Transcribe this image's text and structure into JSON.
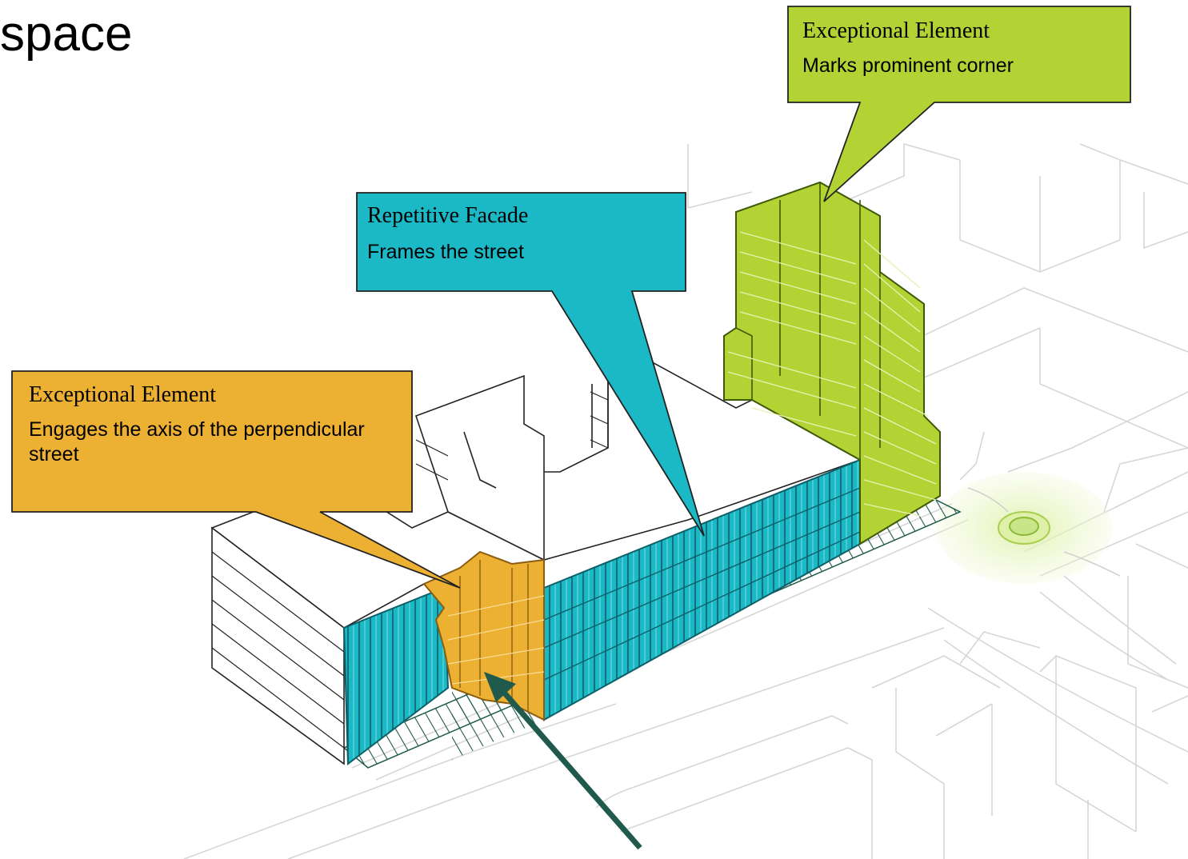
{
  "title": "space",
  "colors": {
    "facade_cyan": "#1bb8c6",
    "orange": "#ecb032",
    "green": "#b3d334",
    "arrow": "#1f5a4c",
    "line": "#d4d4d4"
  },
  "callouts": [
    {
      "heading": "Exceptional Element",
      "body": "Marks prominent corner",
      "color": "#b3d334"
    },
    {
      "heading": "Repetitive Facade",
      "body": "Frames the street",
      "color": "#1bb8c6"
    },
    {
      "heading": "Exceptional Element",
      "body": "Engages the axis of the perpendicular street",
      "color": "#ecb032"
    }
  ]
}
